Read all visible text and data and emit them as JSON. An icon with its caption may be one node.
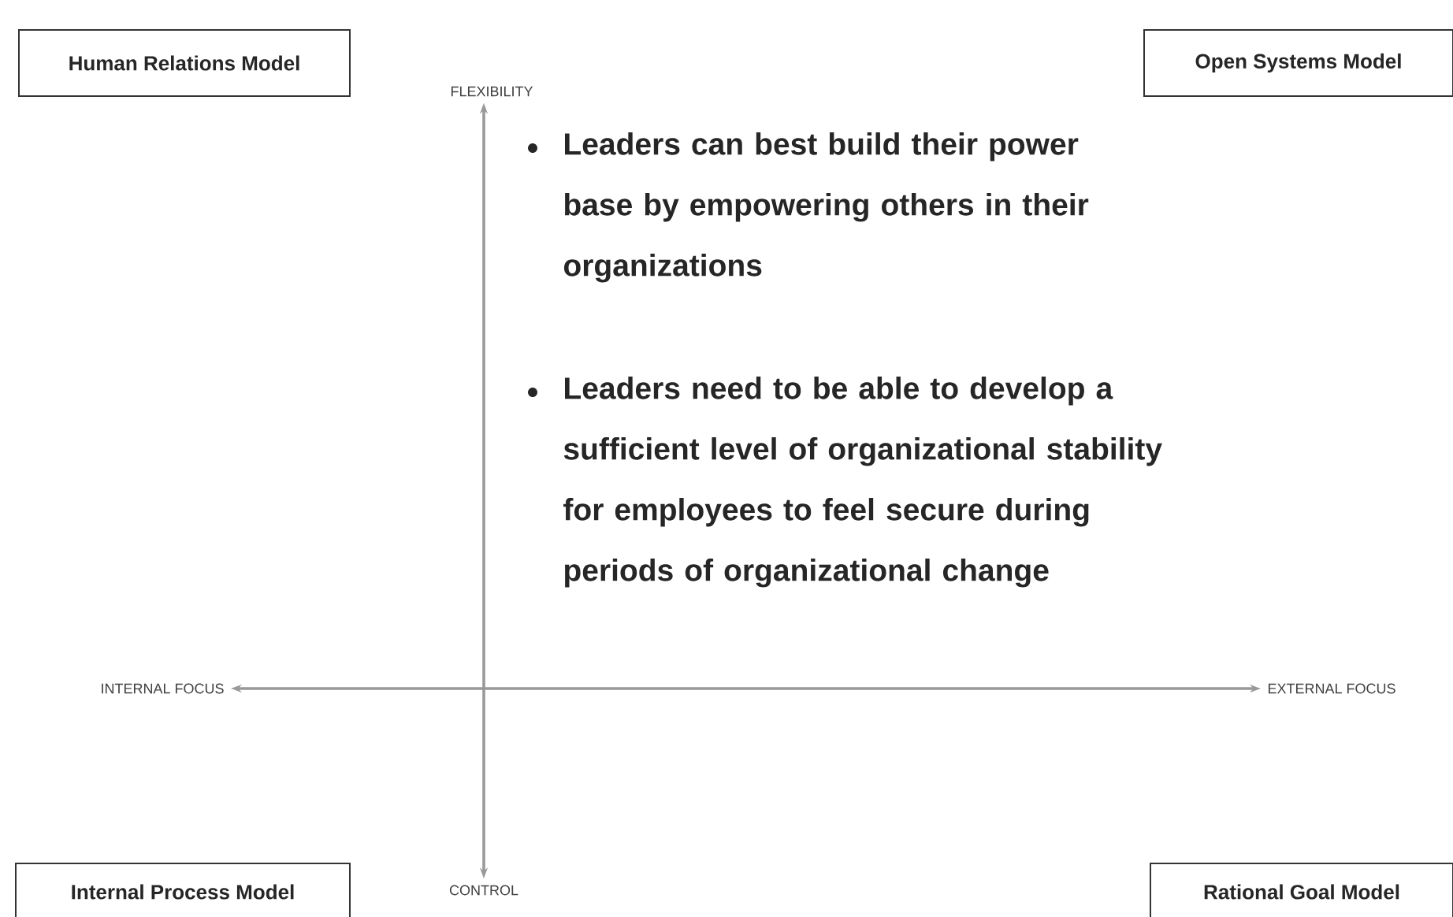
{
  "diagram": {
    "nodes": [
      {
        "text": [
          "Human Relations Model"
        ]
      },
      {
        "text": [
          "Open Systems Model"
        ]
      },
      {
        "text": [
          "FLEXIBILITY"
        ]
      },
      {
        "text": [
          "INTERNAL FOCUS"
        ]
      },
      {
        "text": [
          "EXTERNAL FOCUS"
        ]
      },
      {
        "text": [
          "Internal Process Model"
        ]
      },
      {
        "text": [
          "CONTROL"
        ]
      },
      {
        "text": [
          "Rational Goal Model"
        ]
      }
    ],
    "edges": [
      {
        "from": 2,
        "to": 6,
        "arrow": "both"
      },
      {
        "from": 3,
        "to": 4,
        "arrow": "both"
      }
    ],
    "labels": [
      "Leaders can best build their power base by empowering others in their organizations",
      "Leaders need to be able to develop a sufficient level of organizational stability for employees to feel secure during periods of organizational change"
    ]
  }
}
